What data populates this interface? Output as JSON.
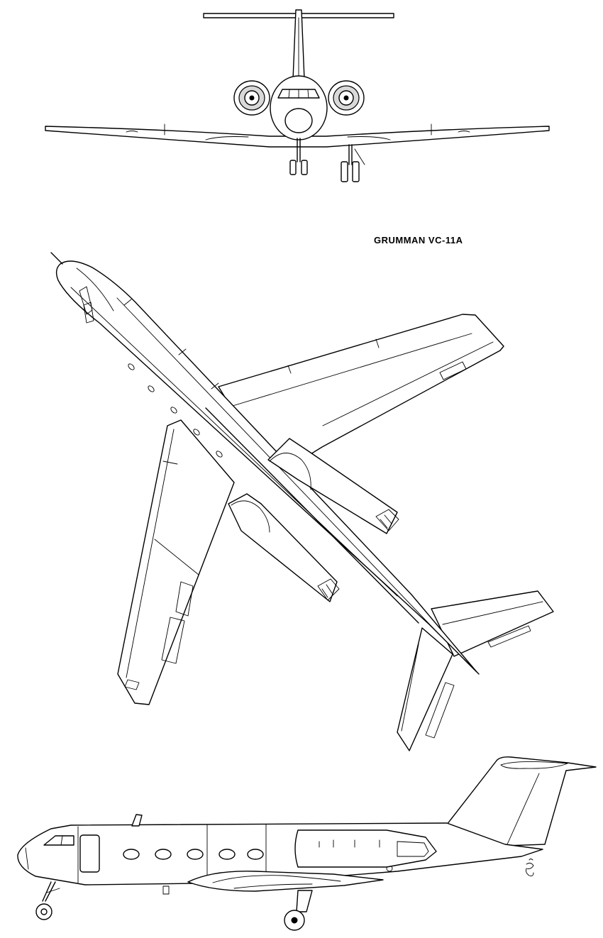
{
  "drawing": {
    "title": "GRUMMAN VC-11A",
    "views": [
      "front-view",
      "top-view",
      "side-view"
    ],
    "colors": {
      "line": "#000000",
      "background": "#ffffff",
      "engine_intake": "#d9d9d9"
    },
    "signature_mark": "artist-signature"
  }
}
